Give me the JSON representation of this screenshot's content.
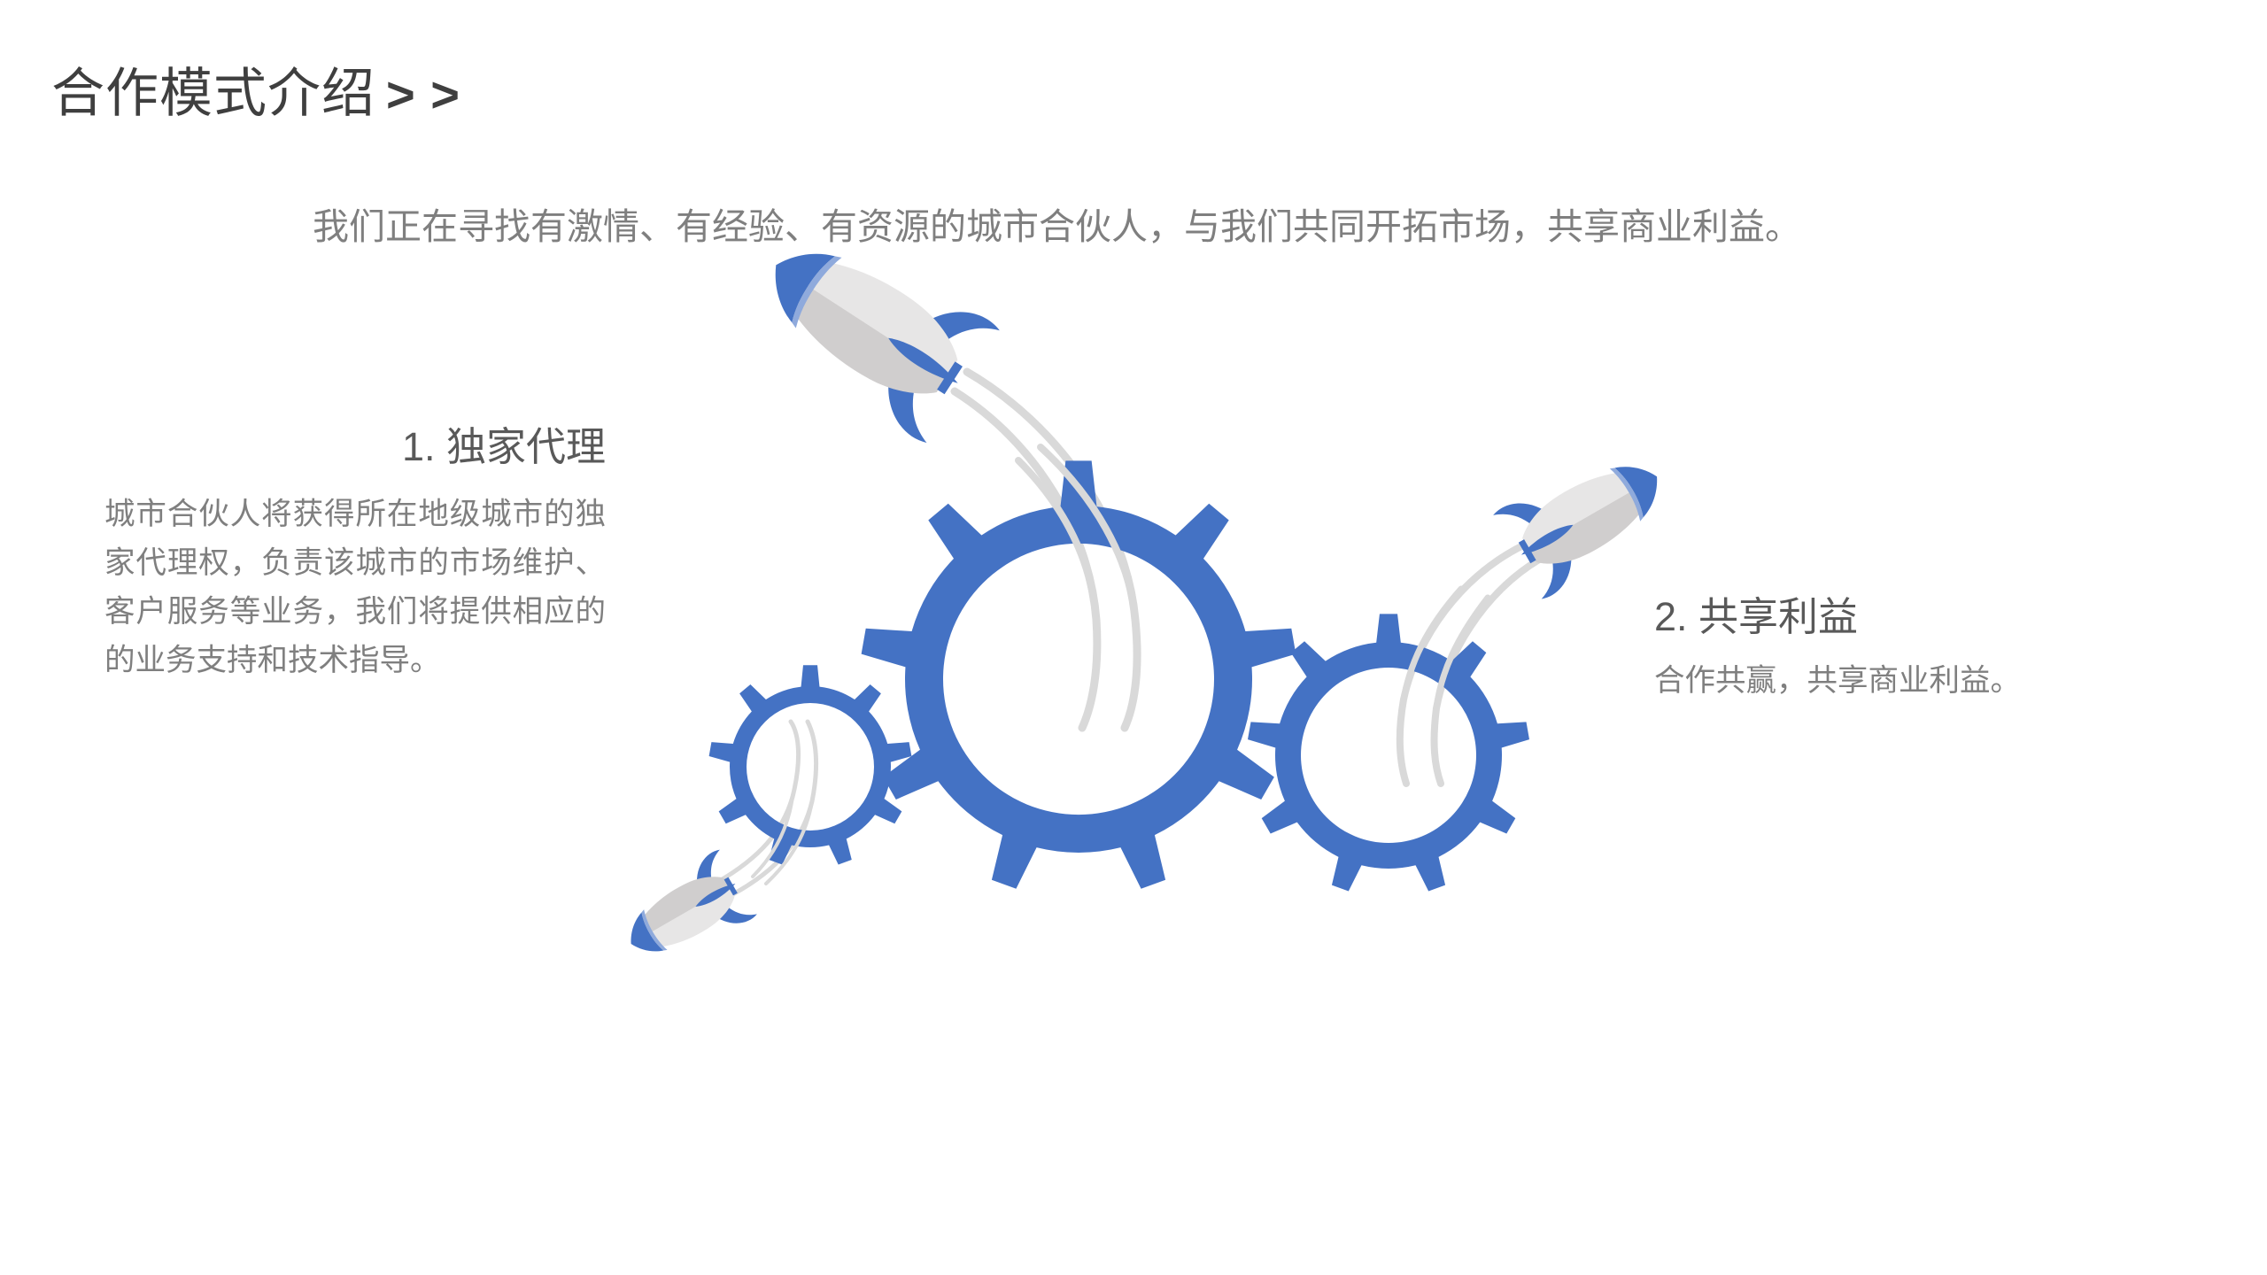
{
  "page": {
    "title": "合作模式介绍",
    "title_suffix": "> >",
    "intro": "我们正在寻找有激情、有经验、有资源的城市合伙人，与我们共同开拓市场，共享商业利益。"
  },
  "sections": [
    {
      "heading": "1. 独家代理",
      "body": "城市合伙人将获得所在地级城市的独家代理权，负责该城市的市场维护、客户服务等业务，我们将提供相应的的业务支持和技术指导。"
    },
    {
      "heading": "2. 共享利益",
      "body": "合作共赢，共享商业利益。"
    }
  ],
  "illustration": {
    "icons": [
      "gear-icon",
      "gear-icon",
      "gear-icon",
      "rocket-icon",
      "rocket-icon",
      "rocket-icon"
    ],
    "colors": {
      "accent": "#4472C4",
      "accent_light": "#8FAADC",
      "rocket_body_light": "#E7E6E6",
      "rocket_body_shade": "#D0CECE",
      "trail": "#D9D9D9",
      "title_text": "#3F3F3F",
      "heading_text": "#595959",
      "body_text": "#7F7F7F"
    }
  }
}
